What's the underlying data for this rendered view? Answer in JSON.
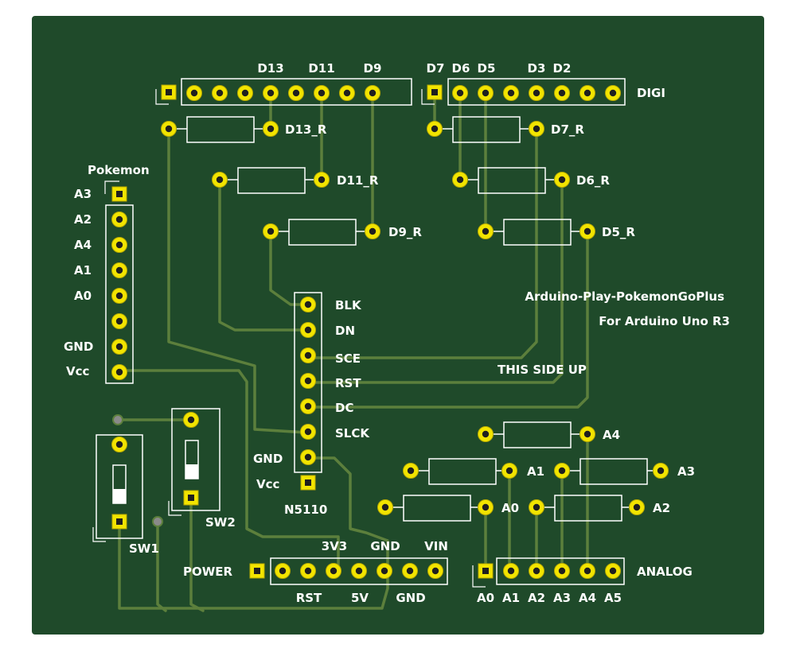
{
  "headers": {
    "digital_top": [
      "D13",
      "D11",
      "D9",
      "D7",
      "D6",
      "D5",
      "D3",
      "D2"
    ],
    "digi": "DIGI",
    "pokemon": "Pokemon",
    "power": "POWER",
    "analog": "ANALOG",
    "n5110": "N5110"
  },
  "pokemon_pins": [
    "A3",
    "A2",
    "A4",
    "A1",
    "A0",
    "GND",
    "Vcc"
  ],
  "resistors": [
    "D13_R",
    "D7_R",
    "D11_R",
    "D6_R",
    "D9_R",
    "D5_R",
    "A4",
    "A1",
    "A3",
    "A0",
    "A2"
  ],
  "lcd_pins": [
    "BLK",
    "DN",
    "SCE",
    "RST",
    "DC",
    "SLCK",
    "GND",
    "Vcc"
  ],
  "power_labels": {
    "top": [
      "3V3",
      "GND",
      "VIN"
    ],
    "bottom": [
      "RST",
      "5V",
      "GND"
    ]
  },
  "analog_labels": [
    "A0",
    "A1",
    "A2",
    "A3",
    "A4",
    "A5"
  ],
  "switches": [
    "SW1",
    "SW2"
  ],
  "notes": [
    "Arduino-Play-PokemonGoPlus",
    "For Arduino Uno R3",
    "THIS SIDE UP"
  ],
  "colors": {
    "board": "#1f4a2a",
    "trace": "#5c7f3c",
    "pad": "#f2e400",
    "silk": "#ffffff"
  }
}
